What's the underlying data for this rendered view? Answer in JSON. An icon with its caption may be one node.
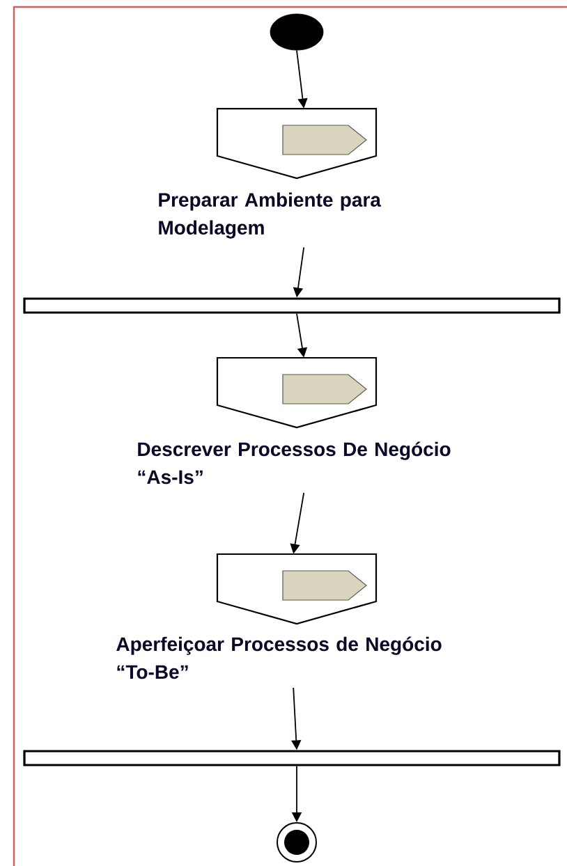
{
  "diagram": {
    "nodes": [
      {
        "text": [],
        "shape": "circle"
      },
      {
        "text": [
          "Preparar Ambiente para Modelagem"
        ]
      },
      {
        "text": [],
        "shape": "bar"
      },
      {
        "text": [
          "Descrever Processos De Negócio “As-Is”"
        ]
      },
      {
        "text": [
          "Aperfeiçoar Processos de Negócio “To-Be”"
        ]
      },
      {
        "text": [],
        "shape": "bar"
      },
      {
        "text": [],
        "shape": "bullseye"
      }
    ],
    "edges": [
      {
        "from": 0,
        "to": 1,
        "arrow": "to"
      },
      {
        "from": 1,
        "to": 2,
        "arrow": "to"
      },
      {
        "from": 2,
        "to": 3,
        "arrow": "to"
      },
      {
        "from": 3,
        "to": 4,
        "arrow": "to"
      },
      {
        "from": 4,
        "to": 5,
        "arrow": "to"
      },
      {
        "from": 5,
        "to": 6,
        "arrow": "to"
      }
    ]
  }
}
